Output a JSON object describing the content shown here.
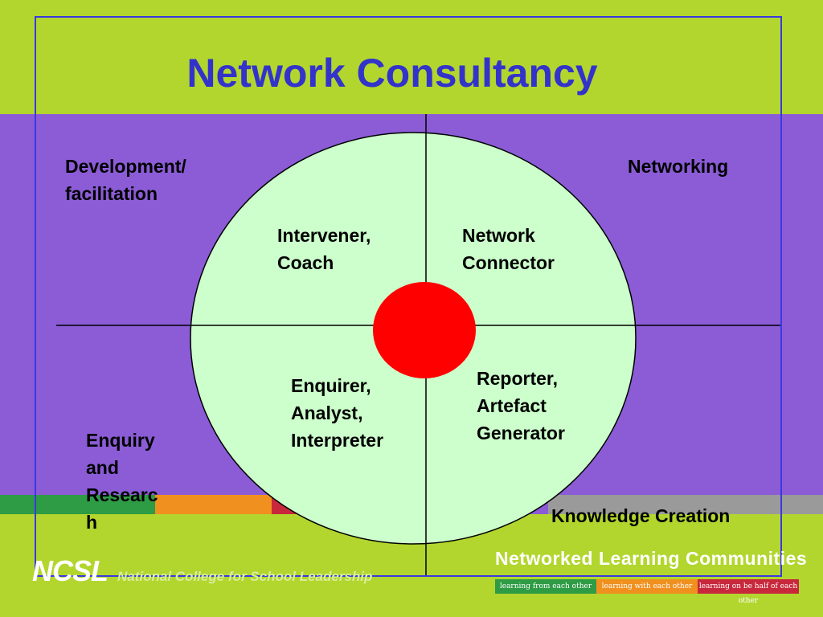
{
  "title": "Network Consultancy",
  "axis_labels": {
    "top_left": "Development/\nfacilitation",
    "top_right": "Networking",
    "bottom_left": "Enquiry\nand\nResearc\nh",
    "bottom_right": "Knowledge Creation"
  },
  "quadrants": {
    "top_left": "Intervener,\nCoach",
    "top_right": "Network\nConnector",
    "bottom_left": "Enquirer,\nAnalyst,\nInterpreter",
    "bottom_right": "Reporter,\nArtefact\nGenerator"
  },
  "footer": {
    "ncsl_logo": "NCSL",
    "ncsl_name": "National College for School Leadership",
    "nlc_title": "Networked Learning Communities",
    "nlc_bars": [
      {
        "text": "learning from each other",
        "color": "#2e9b45"
      },
      {
        "text": "learning with each other",
        "color": "#f0901e"
      },
      {
        "text": "learning on be half of each other",
        "color": "#c8283c"
      }
    ]
  },
  "colors": {
    "background_green": "#b2d62e",
    "purple_band": "#8b5cd6",
    "circle_fill": "#ccffcc",
    "center_dot": "#ff0000",
    "title": "#3333cc",
    "frame": "#3a3ae0"
  }
}
